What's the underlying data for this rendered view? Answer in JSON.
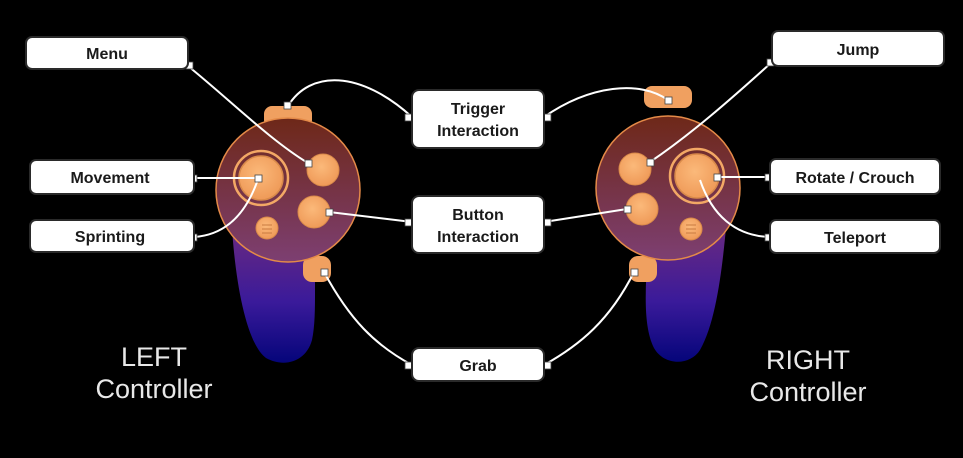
{
  "labels": {
    "menu": "Menu",
    "movement": "Movement",
    "sprinting": "Sprinting",
    "trigger_line1": "Trigger",
    "trigger_line2": "Interaction",
    "button_line1": "Button",
    "button_line2": "Interaction",
    "grab": "Grab",
    "jump": "Jump",
    "rotate_crouch": "Rotate / Crouch",
    "teleport": "Teleport"
  },
  "controllers": {
    "left_line1": "LEFT",
    "left_line2": "Controller",
    "right_line1": "RIGHT",
    "right_line2": "Controller"
  },
  "colors": {
    "background": "#000000",
    "label_fill": "#ffffff",
    "label_stroke": "#2a2a2a",
    "connector": "#ffffff",
    "button_orange": "#f5a968",
    "button_stroke": "#d98a4a",
    "head_top": "#6e2818",
    "head_bottom": "#7a3d6a",
    "handle_top": "#5a2a8a",
    "handle_bottom": "#0a0a8a"
  }
}
